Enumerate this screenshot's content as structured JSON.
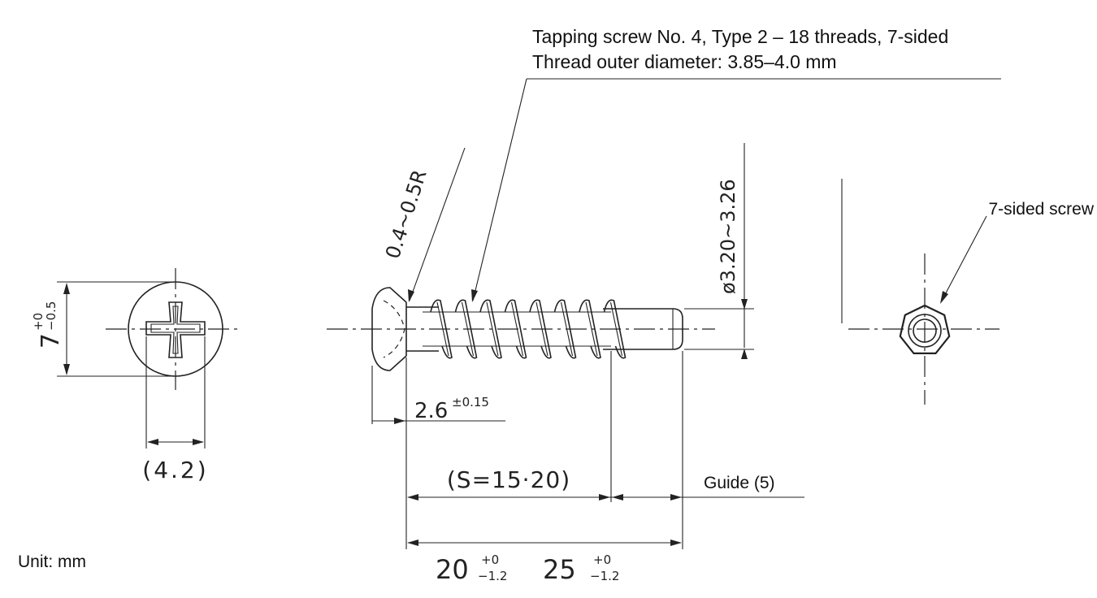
{
  "labels": {
    "spec_line1": "Tapping screw No. 4, Type 2 – 18 threads, 7-sided",
    "spec_line2": "Thread outer diameter: 3.85–4.0 mm",
    "seven_sided": "7-sided screw",
    "guide": "Guide (5)",
    "unit": "Unit: mm"
  },
  "dimensions": {
    "radius": "0.4~0.5R",
    "diameter": "ø3.20~3.26",
    "head_height": "2.6",
    "head_height_tol": "±0.15",
    "slot_width": "(4.2)",
    "head_dia": "7",
    "head_dia_tol_upper": "+0",
    "head_dia_tol_lower": "−0.5",
    "thread_length": "(S=15·20)",
    "length_a": "20",
    "length_b": "25",
    "length_tol_upper": "+0",
    "length_tol_lower": "−1.2"
  }
}
